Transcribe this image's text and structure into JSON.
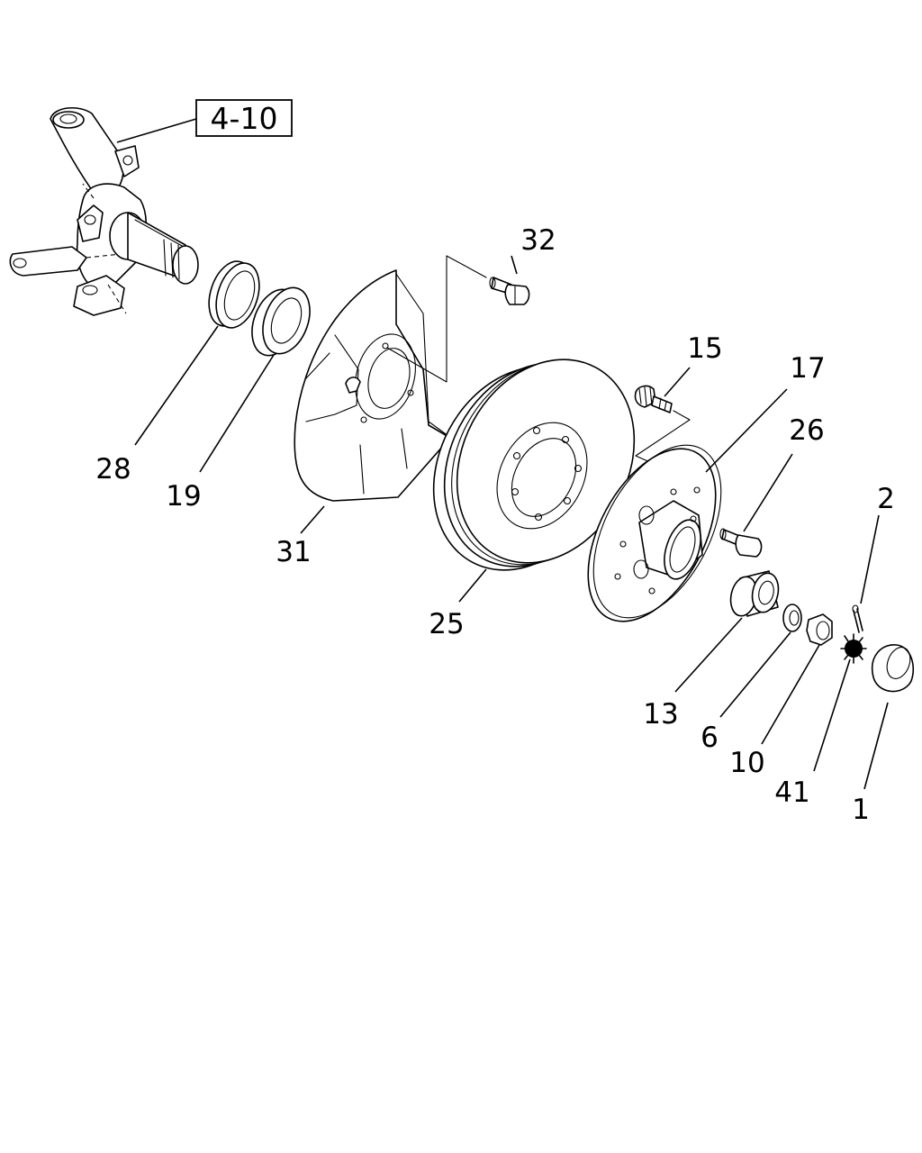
{
  "reference_box": {
    "text": "4-10"
  },
  "labels": {
    "p1": "1",
    "p2": "2",
    "p6": "6",
    "p10": "10",
    "p13": "13",
    "p15": "15",
    "p17": "17",
    "p19": "19",
    "p25": "25",
    "p26": "26",
    "p28": "28",
    "p31": "31",
    "p32": "32",
    "p41": "41"
  }
}
